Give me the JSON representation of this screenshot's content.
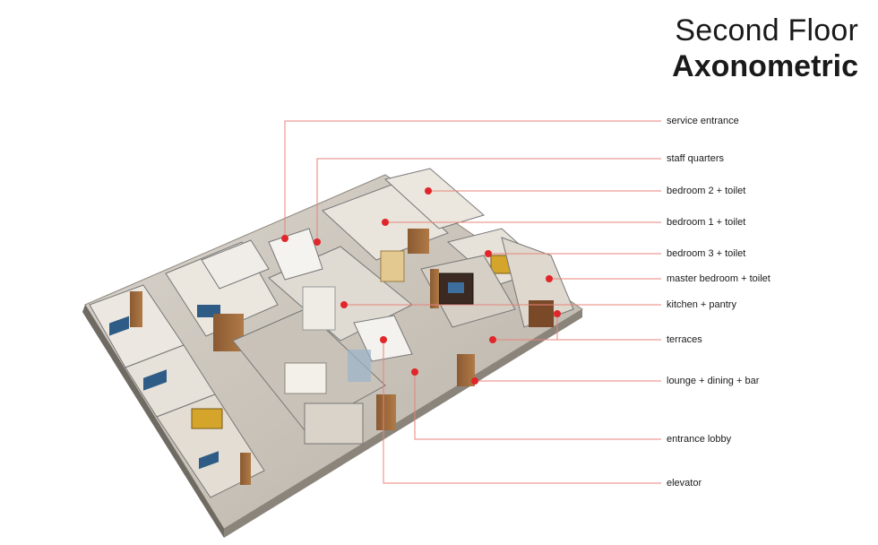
{
  "header": {
    "title_line1": "Second Floor",
    "title_line2": "Axonometric"
  },
  "labels": [
    "service entrance",
    "staff quarters",
    "bedroom 2 + toilet",
    "bedroom 1 + toilet",
    "bedroom 3 + toilet",
    "master bedroom + toilet",
    "kitchen + pantry",
    "terraces",
    "lounge + dining + bar",
    "entrance lobby",
    "elevator"
  ],
  "colors": {
    "leader_line": "#e8837a",
    "marker": "#e0262a"
  }
}
